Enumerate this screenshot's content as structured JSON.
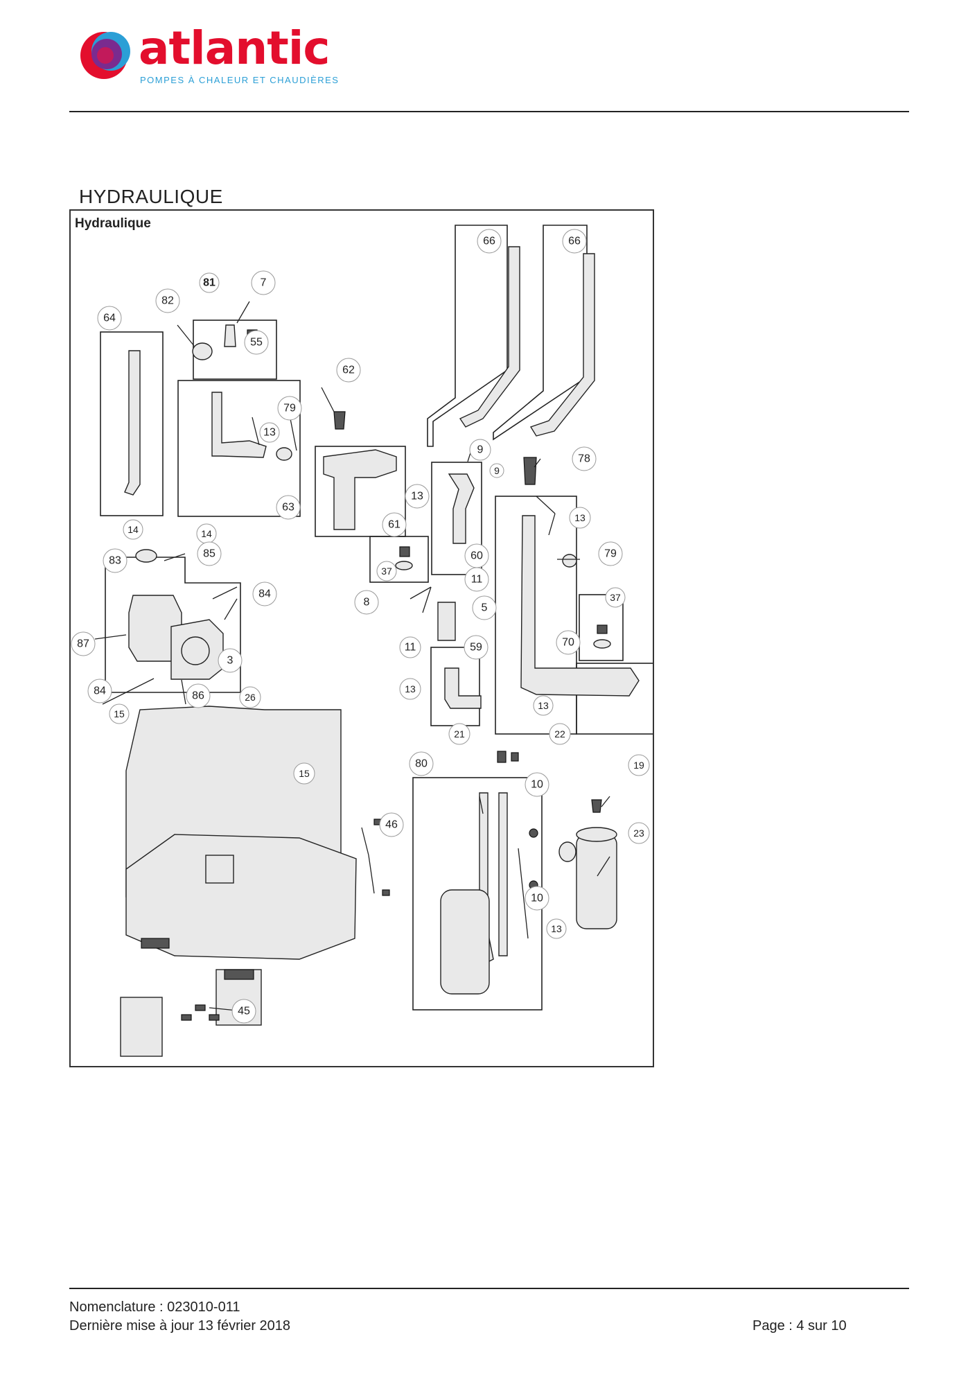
{
  "brand": {
    "name": "atlantic",
    "tagline": "POMPES À CHALEUR ET CHAUDIÈRES",
    "colors": {
      "red": "#e30e2d",
      "blue": "#2b9fd6",
      "purple": "#7a2b8f"
    }
  },
  "section": {
    "title": "HYDRAULIQUE"
  },
  "diagram": {
    "label": "Hydraulique",
    "callouts": [
      {
        "num": "66"
      },
      {
        "num": "66"
      },
      {
        "num": "81"
      },
      {
        "num": "7"
      },
      {
        "num": "82"
      },
      {
        "num": "64"
      },
      {
        "num": "55"
      },
      {
        "num": "62"
      },
      {
        "num": "79"
      },
      {
        "num": "13"
      },
      {
        "num": "9"
      },
      {
        "num": "78"
      },
      {
        "num": "9"
      },
      {
        "num": "13"
      },
      {
        "num": "63"
      },
      {
        "num": "61"
      },
      {
        "num": "14"
      },
      {
        "num": "14"
      },
      {
        "num": "13"
      },
      {
        "num": "85"
      },
      {
        "num": "83"
      },
      {
        "num": "37"
      },
      {
        "num": "60"
      },
      {
        "num": "79"
      },
      {
        "num": "84"
      },
      {
        "num": "11"
      },
      {
        "num": "37"
      },
      {
        "num": "8"
      },
      {
        "num": "5"
      },
      {
        "num": "87"
      },
      {
        "num": "70"
      },
      {
        "num": "11"
      },
      {
        "num": "59"
      },
      {
        "num": "3"
      },
      {
        "num": "13"
      },
      {
        "num": "84"
      },
      {
        "num": "86"
      },
      {
        "num": "26"
      },
      {
        "num": "13"
      },
      {
        "num": "15"
      },
      {
        "num": "21"
      },
      {
        "num": "22"
      },
      {
        "num": "80"
      },
      {
        "num": "19"
      },
      {
        "num": "15"
      },
      {
        "num": "10"
      },
      {
        "num": "46"
      },
      {
        "num": "23"
      },
      {
        "num": "10"
      },
      {
        "num": "13"
      },
      {
        "num": "45"
      }
    ]
  },
  "footer": {
    "nomenclature": "Nomenclature : 023010-011",
    "updated": "Dernière mise à jour 13 février 2018",
    "page": "Page : 4 sur 10"
  }
}
